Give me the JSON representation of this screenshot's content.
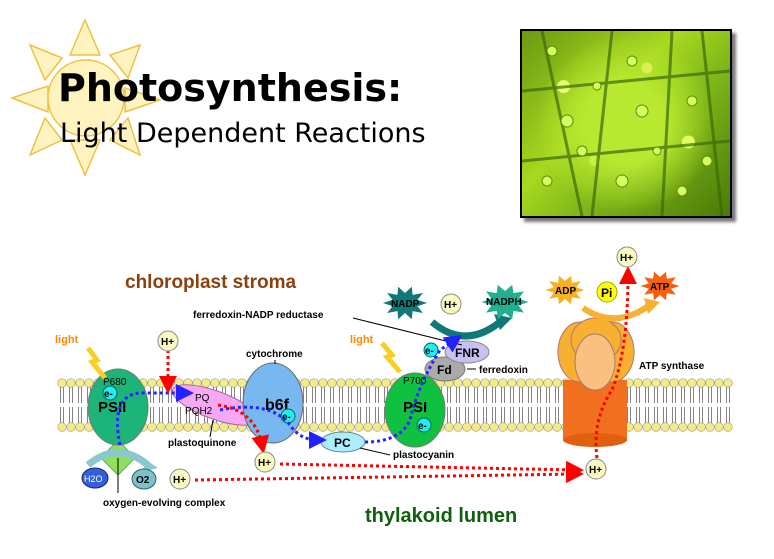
{
  "slide": {
    "title": "Photosynthesis:",
    "subtitle": "Light Dependent Reactions"
  },
  "photo": {
    "description_icon": "chloroplast-micrograph"
  },
  "diagram": {
    "stroma_label": "chloroplast stroma",
    "lumen_label": "thylakoid lumen",
    "light_1": "light",
    "light_2": "light",
    "p680": "P680",
    "psii": "PSII",
    "p700": "P700",
    "psi": "PSI",
    "electron": "e-",
    "pq": "PQ",
    "pqh2": "PQH2",
    "b6f": "b6f",
    "pc": "PC",
    "fd": "Fd",
    "fnr": "FNR",
    "proton": "H+",
    "h2o": "H2O",
    "o2": "O2",
    "nadp": "NADP",
    "nadph": "NADPH",
    "adp": "ADP",
    "pi": "Pi",
    "atp": "ATP",
    "labels": {
      "ferredoxin_nadp_reductase": "ferredoxin-NADP reductase",
      "cytochrome": "cytochrome",
      "plastoquinone": "plastoquinone",
      "plastocyanin": "plastocyanin",
      "ferredoxin": "ferredoxin",
      "atp_synthase": "ATP synthase",
      "oxygen_evolving_complex": "oxygen-evolving complex"
    }
  }
}
